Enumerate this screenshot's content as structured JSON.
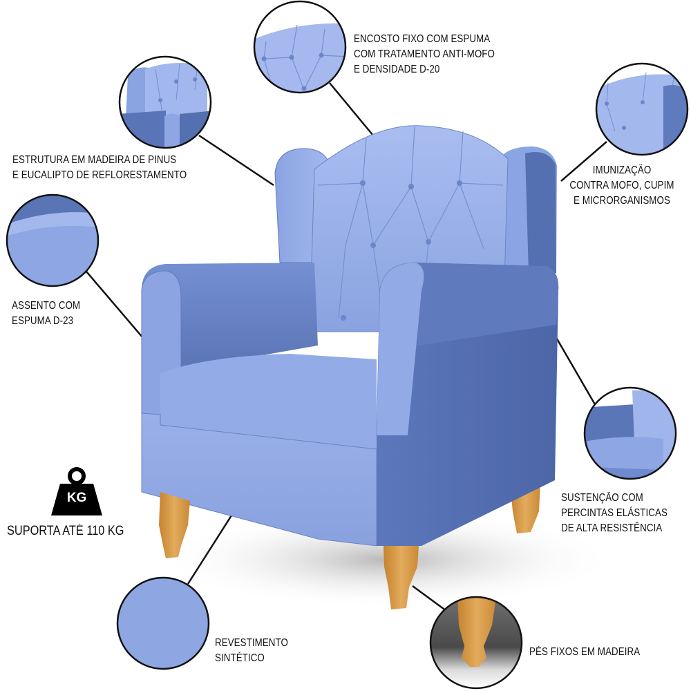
{
  "product": {
    "type": "armchair",
    "upholstery_color": "#8ea6e0",
    "upholstery_shadow": "#4d67a8",
    "leg_color": "#d89a48"
  },
  "callouts": [
    {
      "id": "backrest",
      "text": "ENCOSTO FIXO COM ESPUMA\nCOM TRATAMENTO ANTI-MOFO\nE DENSIDADE D-20"
    },
    {
      "id": "structure",
      "text": "ESTRUTURA EM MADEIRA DE PINUS\nE EUCALIPTO DE REFLORESTAMENTO"
    },
    {
      "id": "immunization",
      "text": "IMUNIZAÇÃO\nCONTRA MOFO, CUPIM\nE MICRORGANISMOS"
    },
    {
      "id": "seat",
      "text": "ASSENTO COM\nESPUMA D-23"
    },
    {
      "id": "support",
      "text": "SUSTENÇÃO COM\nPERCINTAS ELÁSTICAS\nDE ALTA RESISTÊNCIA"
    },
    {
      "id": "coating",
      "text": "REVESTIMENTO\nSINTÉTICO"
    },
    {
      "id": "legs",
      "text": "PÉS FIXOS EM MADEIRA"
    }
  ],
  "weight": {
    "icon": "kettlebell-weight-icon",
    "icon_text": "KG",
    "text": "SUPORTA ATÉ 110 KG"
  }
}
